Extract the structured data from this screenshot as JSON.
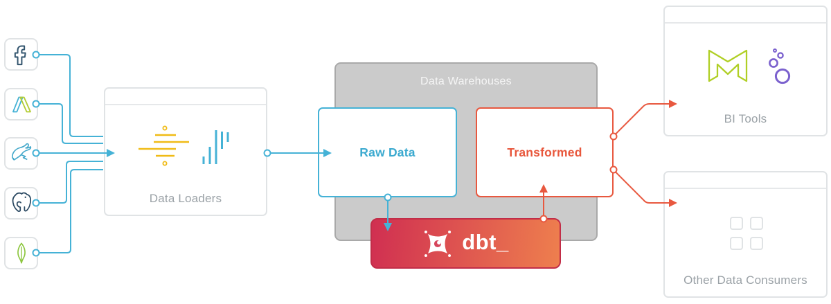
{
  "sources": [
    {
      "icon": "facebook-icon"
    },
    {
      "icon": "google-adwords-icon"
    },
    {
      "icon": "mysql-icon"
    },
    {
      "icon": "postgresql-icon"
    },
    {
      "icon": "mongodb-icon"
    }
  ],
  "loaders": {
    "label": "Data Loaders",
    "icons": [
      "stitch-logo-icon",
      "fivetran-logo-icon"
    ]
  },
  "warehouses": {
    "title": "Data Warehouses",
    "raw_label": "Raw Data",
    "transformed_label": "Transformed"
  },
  "dbt": {
    "label": "dbt_",
    "icon": "dbt-logo-icon"
  },
  "bi_tools": {
    "label": "BI Tools",
    "icons": [
      "mode-logo-icon",
      "looker-logo-icon"
    ]
  },
  "other_consumers": {
    "label": "Other Data Consumers"
  },
  "colors": {
    "wire_blue": "#45b2d6",
    "wire_red": "#e8583f",
    "raw_text_blue": "#3aa9cf",
    "transformed_text_red": "#e8573c",
    "warehouse_fill": "#cbcbcb",
    "warehouse_border": "#a9a9a9",
    "window_border": "#e0e3e5",
    "label_gray": "#9aa1a6",
    "dbt_gradient_start": "#d02f51",
    "dbt_gradient_end": "#ee7f4e",
    "stitch_yellow": "#f0bb16",
    "mode_green": "#b0cf25",
    "looker_purple": "#7b61ce",
    "facebook_navy": "#34566f",
    "postgres_navy": "#2c4a63",
    "mongodb_green": "#8dc63f"
  }
}
